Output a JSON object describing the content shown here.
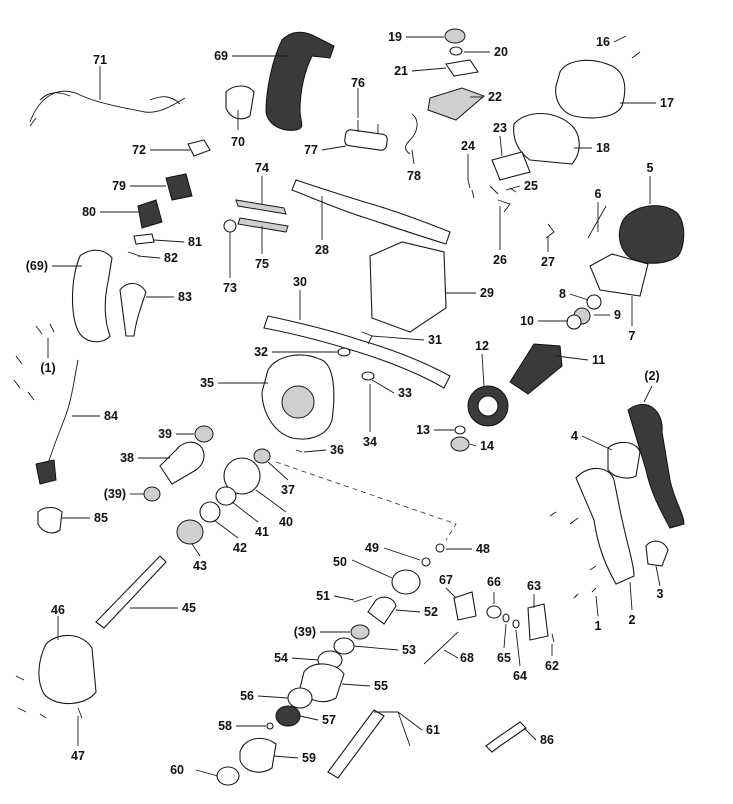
{
  "labels": [
    "71",
    "69",
    "70",
    "76",
    "77",
    "78",
    "19",
    "20",
    "21",
    "22",
    "16",
    "17",
    "23",
    "18",
    "24",
    "25",
    "26",
    "27",
    "5",
    "6",
    "74",
    "28",
    "73",
    "75",
    "72",
    "79",
    "80",
    "81",
    "82",
    "(69)",
    "83",
    "(1)",
    "84",
    "85",
    "30",
    "29",
    "8",
    "9",
    "10",
    "7",
    "32",
    "31",
    "35",
    "33",
    "34",
    "12",
    "11",
    "13",
    "14",
    "39",
    "38",
    "(39)",
    "36",
    "37",
    "40",
    "41",
    "42",
    "43",
    "48",
    "49",
    "50",
    "51",
    "52",
    "67",
    "66",
    "63",
    "(39)",
    "53",
    "54",
    "55",
    "68",
    "65",
    "64",
    "62",
    "56",
    "57",
    "58",
    "59",
    "60",
    "61",
    "86",
    "46",
    "45",
    "47",
    "(2)",
    "4",
    "3",
    "2",
    "1"
  ],
  "colors": {
    "line": "#1a1a1a",
    "dark_fill": "#3a3a3a",
    "grey_fill": "#cfcfcf"
  }
}
